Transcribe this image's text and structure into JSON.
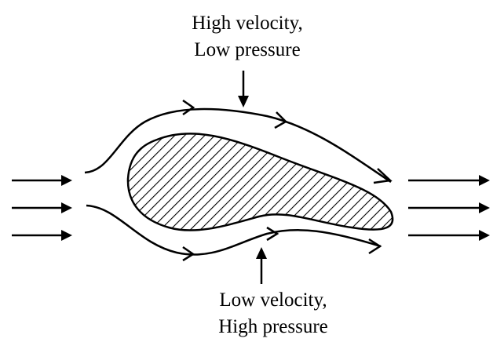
{
  "labels": {
    "top": {
      "line1": "High velocity,",
      "line2": "Low pressure"
    },
    "bottom": {
      "line1": "Low velocity,",
      "line2": "High pressure"
    }
  },
  "colors": {
    "ink": "#000000",
    "background": "#ffffff",
    "hatch": "#000000"
  }
}
